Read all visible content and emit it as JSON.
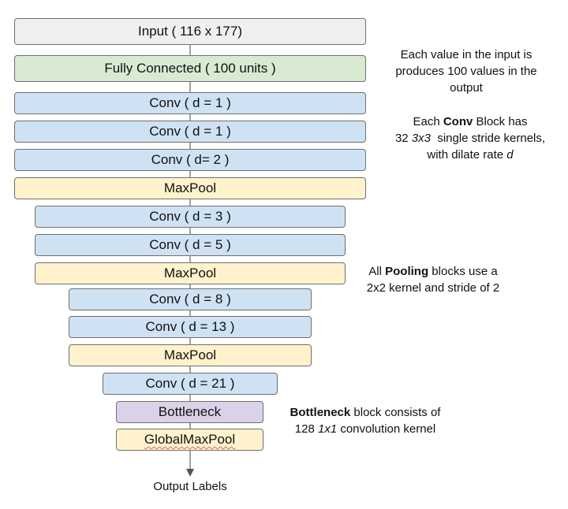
{
  "blocks": {
    "input": "Input ( 116 x 177)",
    "fc": "Fully Connected ( 100 units )",
    "conv1": "Conv ( d = 1 )",
    "conv2": "Conv ( d = 1 )",
    "conv3": "Conv ( d= 2 )",
    "pool1": "MaxPool",
    "conv4": "Conv ( d = 3 )",
    "conv5": "Conv ( d = 5 )",
    "pool2": "MaxPool",
    "conv6": "Conv ( d = 8 )",
    "conv7": "Conv ( d = 13 )",
    "pool3": "MaxPool",
    "conv8": "Conv ( d = 21 )",
    "bottleneck": "Bottleneck",
    "globalpool": "GlobalMaxPool"
  },
  "output_label": "Output Labels",
  "notes": {
    "fc": {
      "line1": "Each value in the input is",
      "line2": "produces 100 values in the",
      "line3": "output"
    },
    "conv": {
      "l1_pre": "Each ",
      "l1_bold": "Conv",
      "l1_post": " Block has",
      "l2_pre": "32 ",
      "l2_ital": "3x3",
      "l2_post": "  single stride kernels,",
      "l3_pre": "with dilate rate ",
      "l3_ital": "d"
    },
    "pool": {
      "l1_pre": "All ",
      "l1_bold": "Pooling",
      "l1_post": " blocks use a",
      "l2": "2x2 kernel and stride of 2"
    },
    "bottleneck": {
      "l1_bold": "Bottleneck",
      "l1_post": " block consists of",
      "l2_pre": "128 ",
      "l2_ital": "1x1",
      "l2_post": " convolution kernel"
    }
  },
  "colors": {
    "input": "#efefef",
    "fully_connected": "#d9ead3",
    "conv": "#cfe2f3",
    "pooling": "#fff2cc",
    "bottleneck": "#d9d2e9",
    "connector": "#666666"
  }
}
